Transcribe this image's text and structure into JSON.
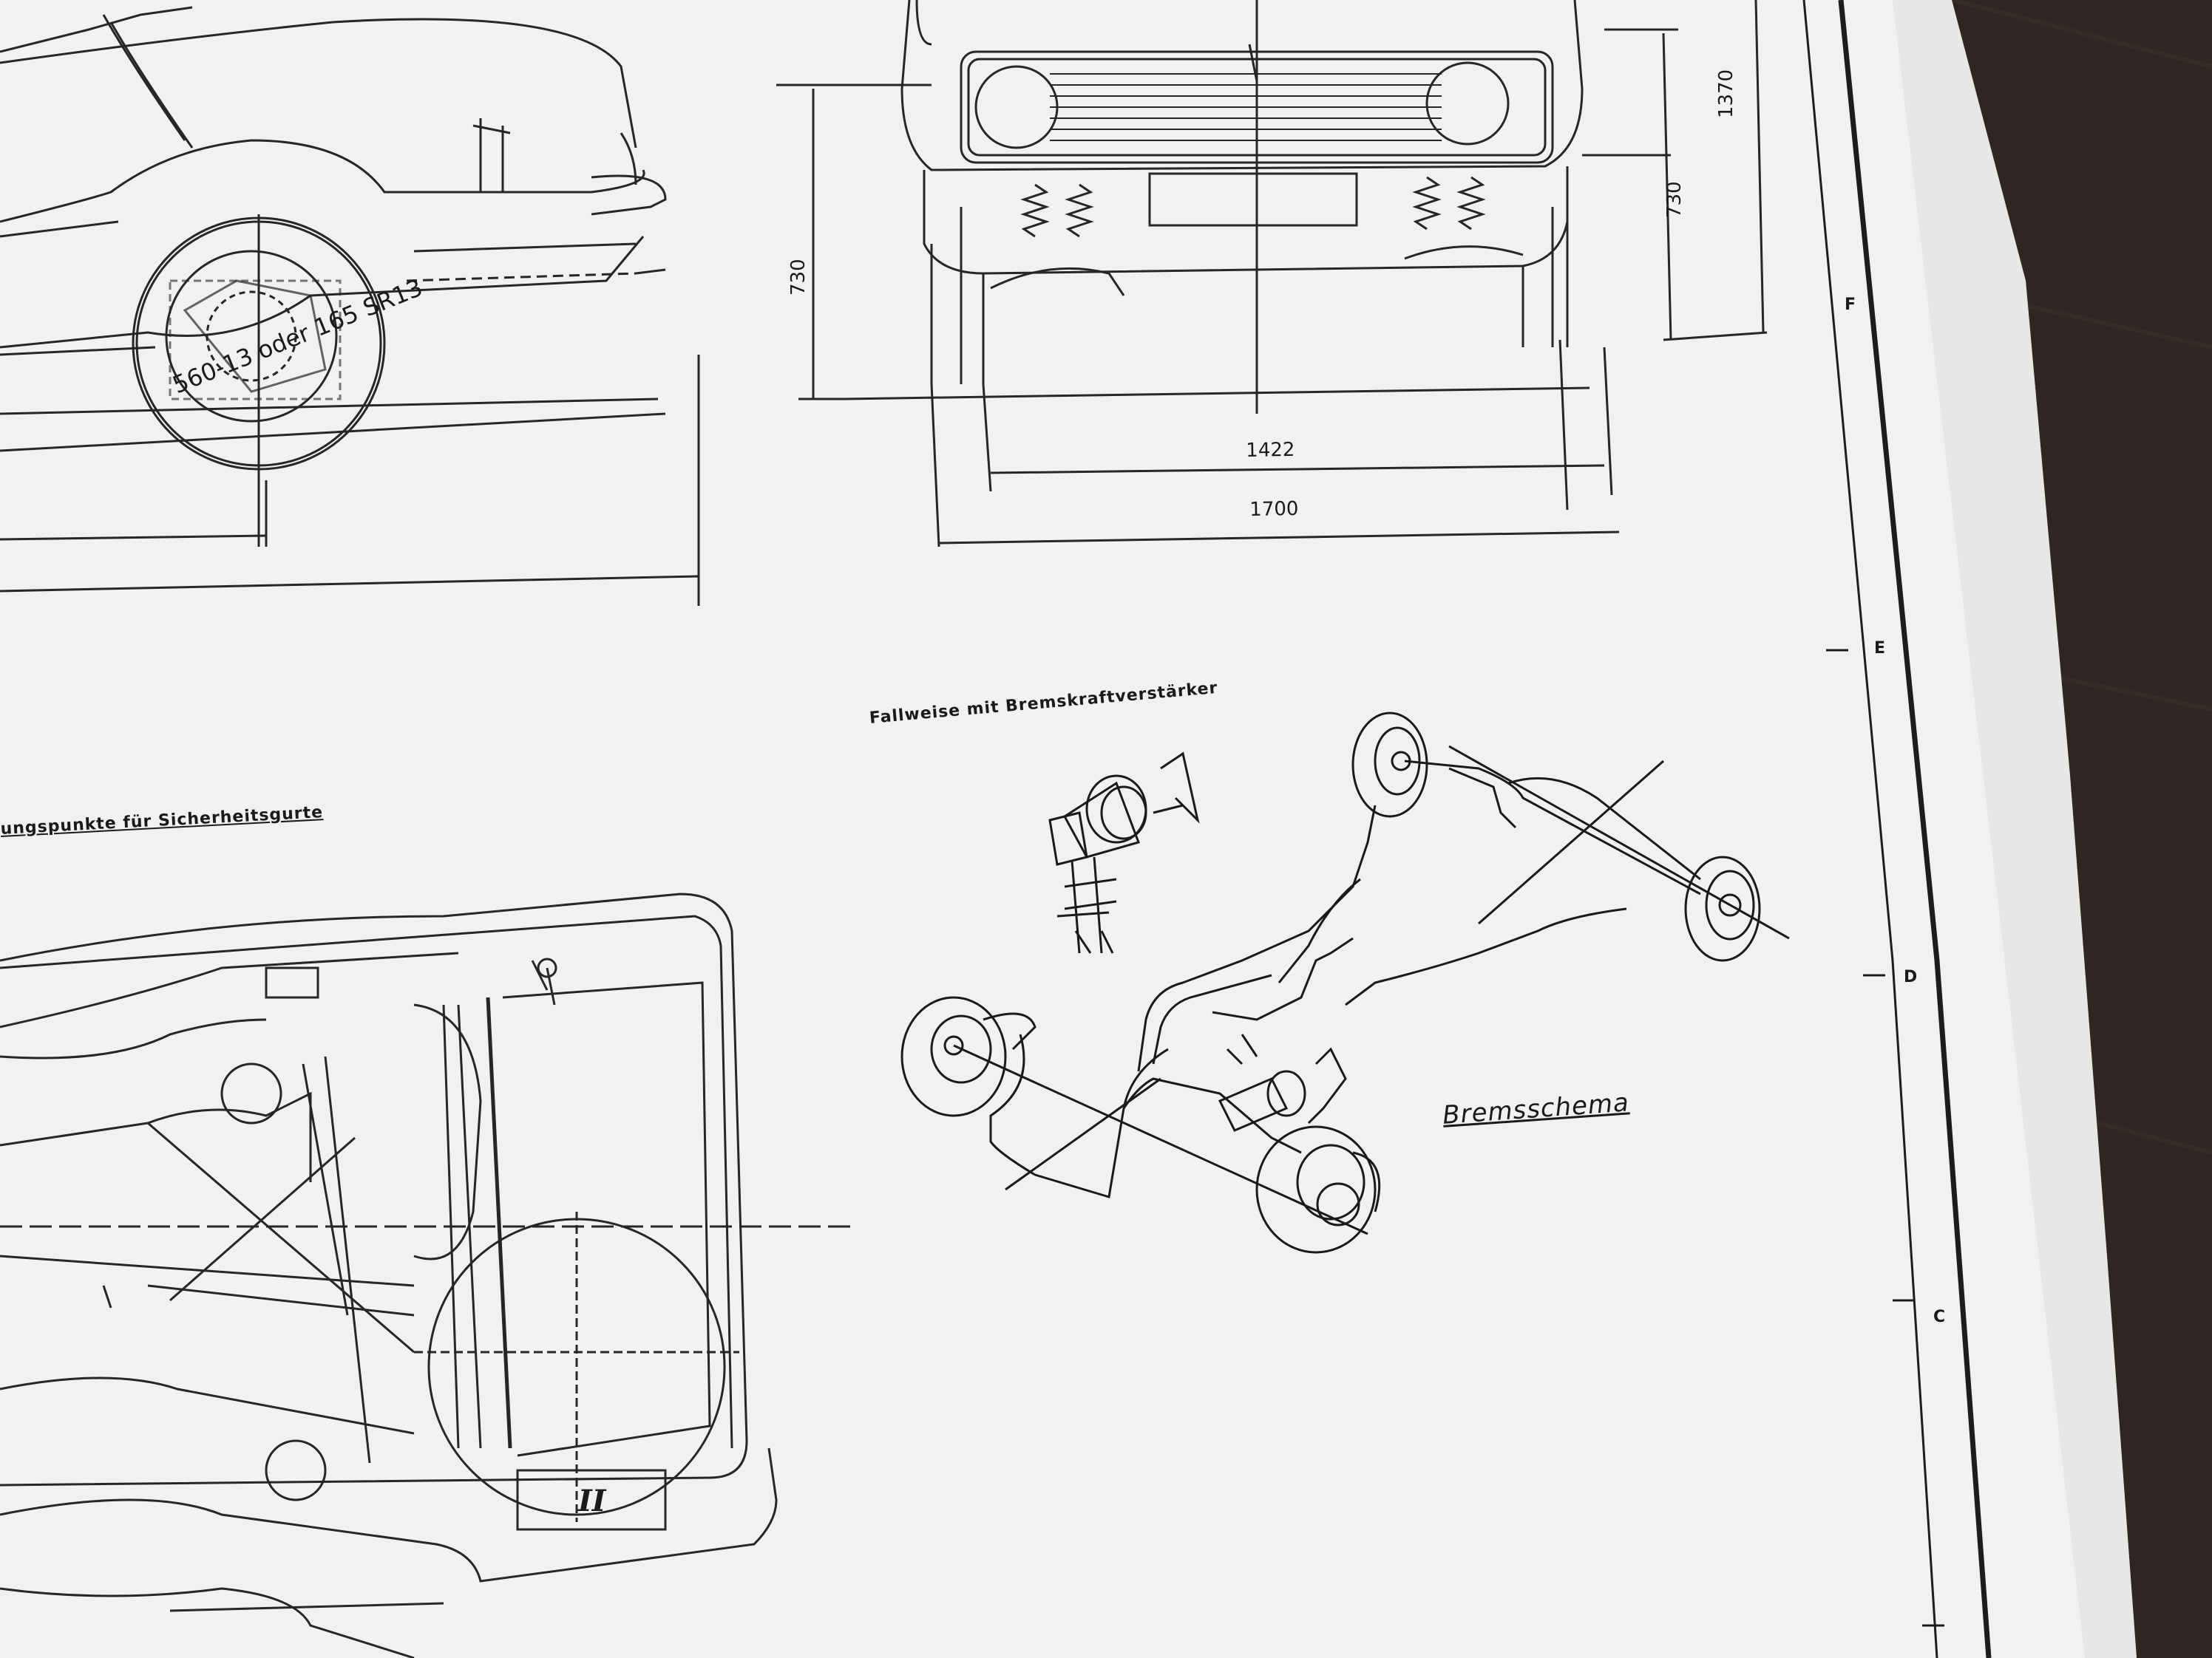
{
  "labels": {
    "dim_1370": "1370",
    "dim_730_right": "730",
    "dim_730_left": "730",
    "dim_1422": "1422",
    "dim_1700": "1700",
    "tyre_size": "560-13 oder 165 SR13",
    "booster_note": "Fallweise mit Bremskraftverstärker",
    "belt_points": "ungspunkte für Sicherheitsgurte",
    "brake_schema": "Bremsschema",
    "roman_two": "II"
  },
  "margin_marks": [
    "F",
    "E",
    "D",
    "C"
  ],
  "colors": {
    "paper": "#f2f2f0",
    "ink": "#1c1c1c",
    "table": "#2b2420"
  }
}
